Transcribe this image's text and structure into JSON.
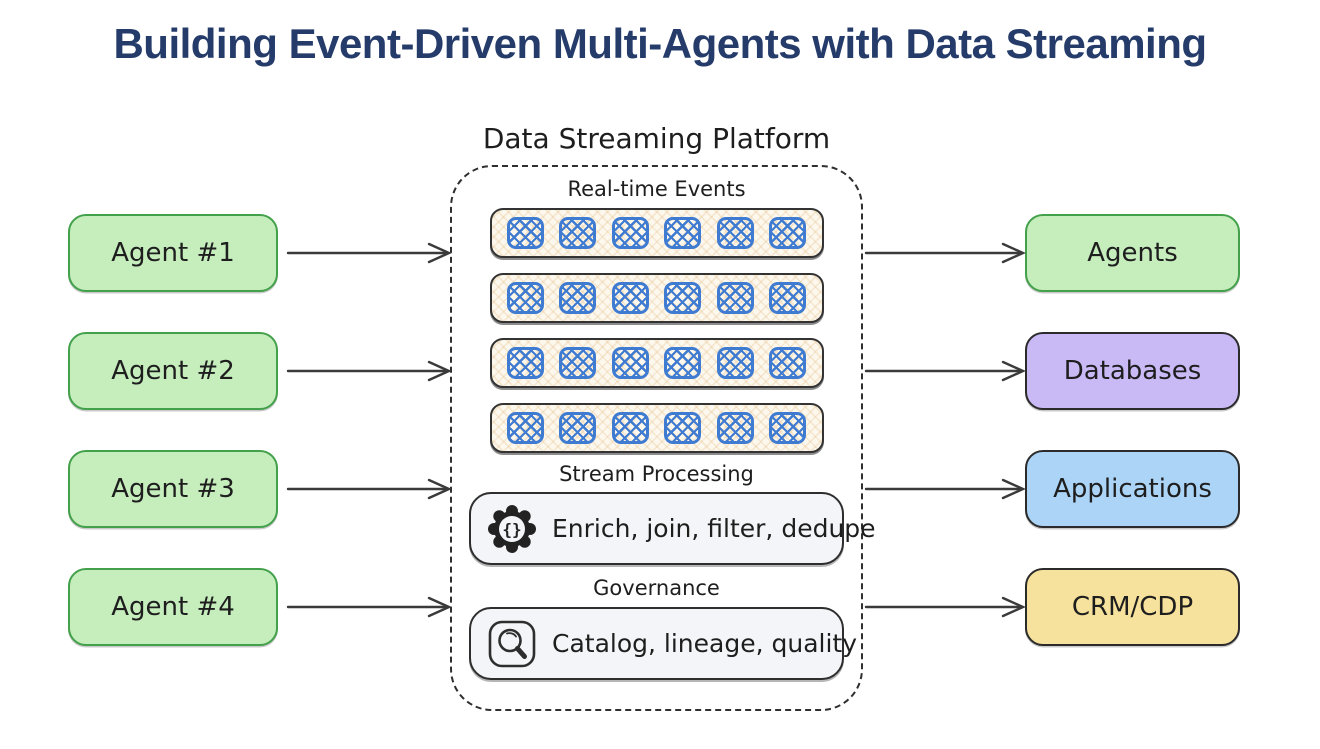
{
  "title": "Building Event-Driven Multi-Agents with Data Streaming",
  "colors": {
    "title_navy": "#253c6b",
    "ink": "#1e1e1e",
    "dark_border": "#2b2b2b",
    "green_fill": "#c6eebd",
    "green_border": "#43a04b",
    "purple_fill": "#c9b9f5",
    "blue_fill": "#abd4f6",
    "yellow_fill": "#f6e29c",
    "event_blue": "#3e7bd1",
    "event_row_fill": "#fdf8ee",
    "pill_fill": "#f4f5f8"
  },
  "left_agents": [
    {
      "label": "Agent #1",
      "color": "green"
    },
    {
      "label": "Agent #2",
      "color": "green"
    },
    {
      "label": "Agent #3",
      "color": "green"
    },
    {
      "label": "Agent #4",
      "color": "green"
    }
  ],
  "platform": {
    "title": "Data Streaming Platform",
    "events": {
      "label": "Real-time Events",
      "row_count": 4,
      "cells_per_row": 6
    },
    "processing": {
      "label": "Stream Processing",
      "icon": "code-braces-gear-icon",
      "text": "Enrich, join, filter, dedupe"
    },
    "governance": {
      "label": "Governance",
      "icon": "magnifier-icon",
      "text": "Catalog, lineage, quality"
    }
  },
  "right_targets": [
    {
      "label": "Agents",
      "color": "green"
    },
    {
      "label": "Databases",
      "color": "purple"
    },
    {
      "label": "Applications",
      "color": "blue"
    },
    {
      "label": "CRM/CDP",
      "color": "yellow"
    }
  ]
}
